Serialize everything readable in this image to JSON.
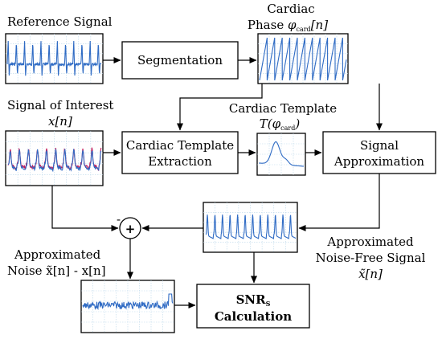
{
  "labels": {
    "reference_signal": "Reference Signal",
    "cardiac_phase_line1": "Cardiac",
    "cardiac_phase_line2_prefix": "Phase ",
    "cardiac_phase_symbol": "φ",
    "cardiac_phase_sub": "card",
    "cardiac_phase_arg": "[n]",
    "signal_of_interest": "Signal of Interest",
    "signal_of_interest_symbol": "x[n]",
    "cardiac_template_title": "Cardiac Template",
    "cardiac_template_symbol_pre": "T(φ",
    "cardiac_template_symbol_sub": "card",
    "cardiac_template_symbol_post": ")",
    "approx_noise_line1": "Approximated",
    "approx_noise_line2": "Noise x̃[n] - x[n]",
    "approx_nf_line1": "Approximated",
    "approx_nf_line2": "Noise-Free Signal",
    "approx_nf_line3": "x̃[n]",
    "minus_sign": "-",
    "sum_symbol": "+"
  },
  "blocks": {
    "segmentation": "Segmentation",
    "template_extraction_line1": "Cardiac Template",
    "template_extraction_line2": "Extraction",
    "signal_approx_line1": "Signal",
    "signal_approx_line2": "Approximation",
    "snr_main": "SNR",
    "snr_sub": "S",
    "snr_line2": "Calculation"
  },
  "colors": {
    "signal_blue": "#2f6bc4",
    "signal_magenta": "#c0185a",
    "grid_blue": "#bcd8ea"
  }
}
